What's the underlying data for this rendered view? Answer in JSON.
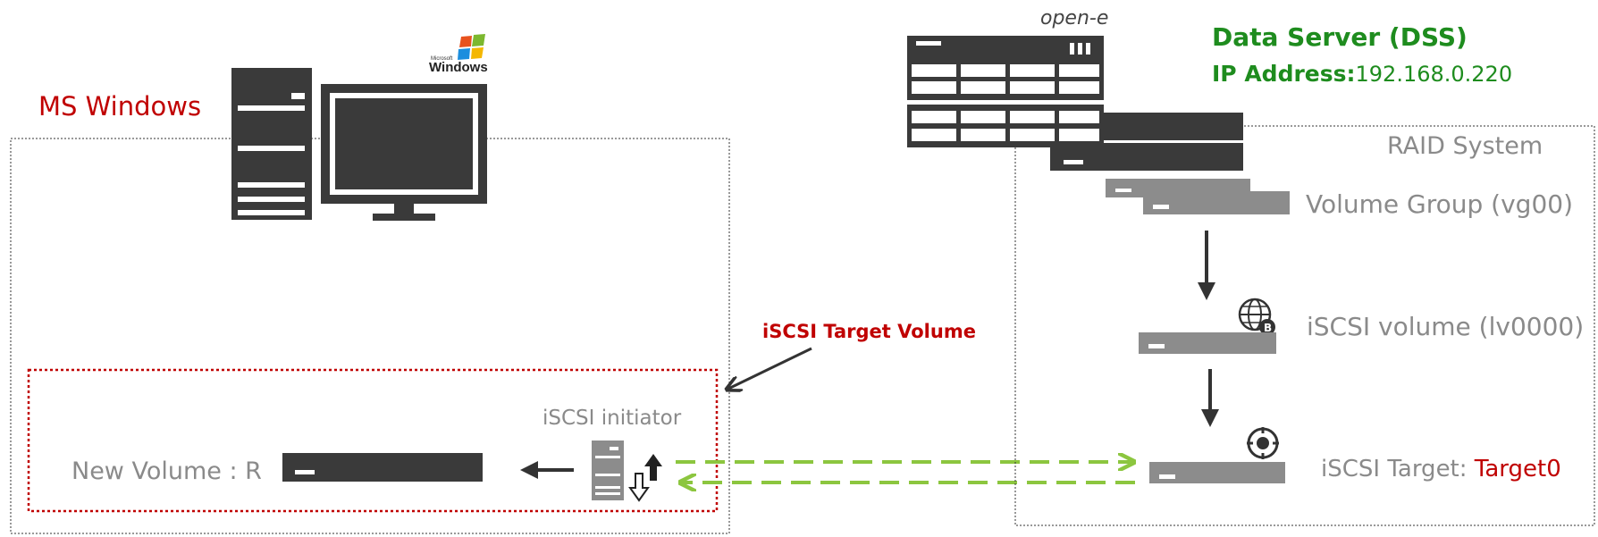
{
  "windows_side": {
    "title": "MS Windows",
    "logo_small": "Microsoft",
    "logo_text": "Windows",
    "initiator_label": "iSCSI initiator",
    "new_volume_label": "New Volume : R"
  },
  "annotation": {
    "target_volume_label": "iSCSI Target Volume"
  },
  "dss_side": {
    "brand": "open-e",
    "server_title": "Data Server (DSS)",
    "ip_label": "IP Address",
    "ip_separator": ":",
    "ip_value": "192.168.0.220",
    "raid_label": "RAID System",
    "volume_group_label": "Volume Group (vg00)",
    "iscsi_volume_label": "iSCSI volume (lv0000)",
    "iscsi_volume_badge": "B",
    "target_label": "iSCSI Target: ",
    "target_name": "Target0"
  },
  "colors": {
    "accent_red": "#c00000",
    "server_green": "#1e8c1e",
    "link_green": "#8cc63f",
    "device_dark": "#3a3a3a",
    "device_gray": "#8c8c8c",
    "label_gray": "#8a8a8a"
  },
  "icons": [
    "desktop-computer-icon",
    "windows-logo-icon",
    "server-rack-icon",
    "globe-icon",
    "target-icon",
    "transfer-arrows-icon"
  ]
}
